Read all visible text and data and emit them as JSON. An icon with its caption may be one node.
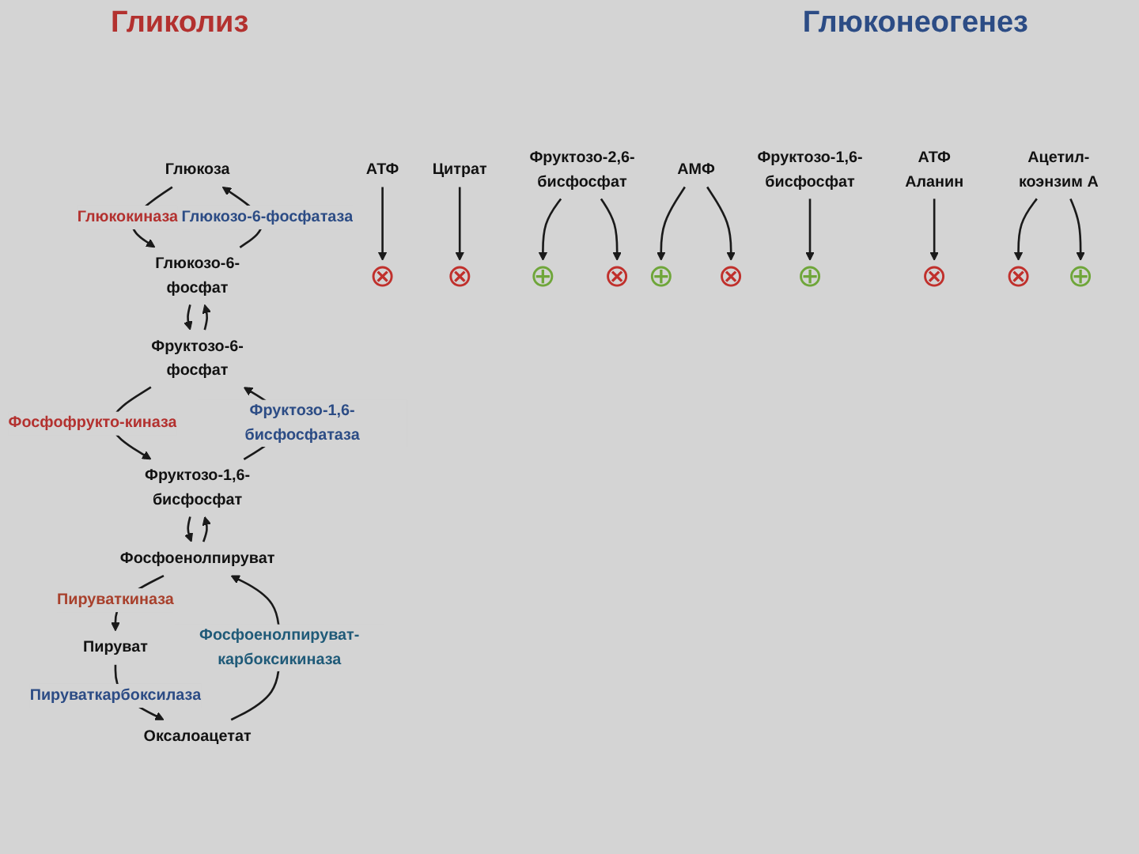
{
  "diagram": {
    "nodes": [
      {
        "text": [
          "Глюкоза"
        ]
      },
      {
        "text": [
          "Глюкозо-6-фосфат"
        ]
      },
      {
        "text": [
          "Фруктозо-6-фосфат"
        ]
      },
      {
        "text": [
          "⊗"
        ]
      },
      {
        "text": [
          "АТФ"
        ]
      },
      {
        "text": [
          "⊗"
        ]
      },
      {
        "text": [
          "Цитрат"
        ]
      },
      {
        "text": [
          "⊕"
        ]
      },
      {
        "text": [
          "Фруктозо-2,6-бисфосфат"
        ]
      },
      {
        "text": [
          "⊗"
        ]
      },
      {
        "text": [
          "⊕"
        ]
      },
      {
        "text": [
          "АМФ"
        ]
      },
      {
        "text": [
          "⊗"
        ]
      },
      {
        "text": [
          "Фруктозо-1,6-бисфосфат"
        ]
      },
      {
        "text": [
          "Фосфоенолпируват"
        ]
      },
      {
        "text": [
          "⊕"
        ]
      },
      {
        "text": [
          "Фруктозо-1,6-бисфосфат"
        ]
      },
      {
        "text": [
          "⊗"
        ]
      },
      {
        "text": [
          "АТФ",
          "Аланин"
        ]
      },
      {
        "text": [
          "Оксалоацетат"
        ]
      },
      {
        "text": [
          "⊗"
        ]
      },
      {
        "text": [
          "Ацетил-коэнзим А"
        ]
      },
      {
        "text": [
          "⊕"
        ]
      },
      {
        "text": [
          "Пируват"
        ]
      }
    ],
    "edges": [
      {
        "from": 0,
        "to": 1,
        "arrow": "to",
        "label": "Глюкокиназа"
      },
      {
        "from": 1,
        "to": 0,
        "arrow": "to",
        "label": "Глюкозо-6-фосфатаза"
      },
      {
        "from": 1,
        "to": 2,
        "arrow": "to"
      },
      {
        "from": 2,
        "to": 1,
        "arrow": "to"
      },
      {
        "from": 2,
        "to": 13,
        "arrow": "to",
        "label": "Фосфофрукто-киназа"
      },
      {
        "from": 13,
        "to": 2,
        "arrow": "to",
        "label": "Фруктозо-1,6-бисфосфатаза"
      },
      {
        "from": 4,
        "to": 3,
        "arrow": "to"
      },
      {
        "from": 6,
        "to": 5,
        "arrow": "to"
      },
      {
        "from": 8,
        "to": 7,
        "arrow": "to"
      },
      {
        "from": 8,
        "to": 9,
        "arrow": "to"
      },
      {
        "from": 11,
        "to": 10,
        "arrow": "to"
      },
      {
        "from": 11,
        "to": 12,
        "arrow": "to"
      },
      {
        "from": 13,
        "to": 14,
        "arrow": "to"
      },
      {
        "from": 14,
        "to": 13,
        "arrow": "to"
      },
      {
        "from": 14,
        "to": 23,
        "arrow": "to",
        "label": "Пируваткиназа"
      },
      {
        "from": 23,
        "to": 19,
        "arrow": "to",
        "label": "Пируваткарбоксилаза"
      },
      {
        "from": 19,
        "to": 14,
        "arrow": "to",
        "label": "Фосфоенолпируват-карбоксикиназа"
      },
      {
        "from": 16,
        "to": 15,
        "arrow": "to"
      },
      {
        "from": 18,
        "to": 17,
        "arrow": "to"
      },
      {
        "from": 21,
        "to": 20,
        "arrow": "to"
      },
      {
        "from": 21,
        "to": 22,
        "arrow": "to"
      }
    ],
    "labels": [
      "Гликолиз",
      "Глюконеогенез"
    ]
  }
}
